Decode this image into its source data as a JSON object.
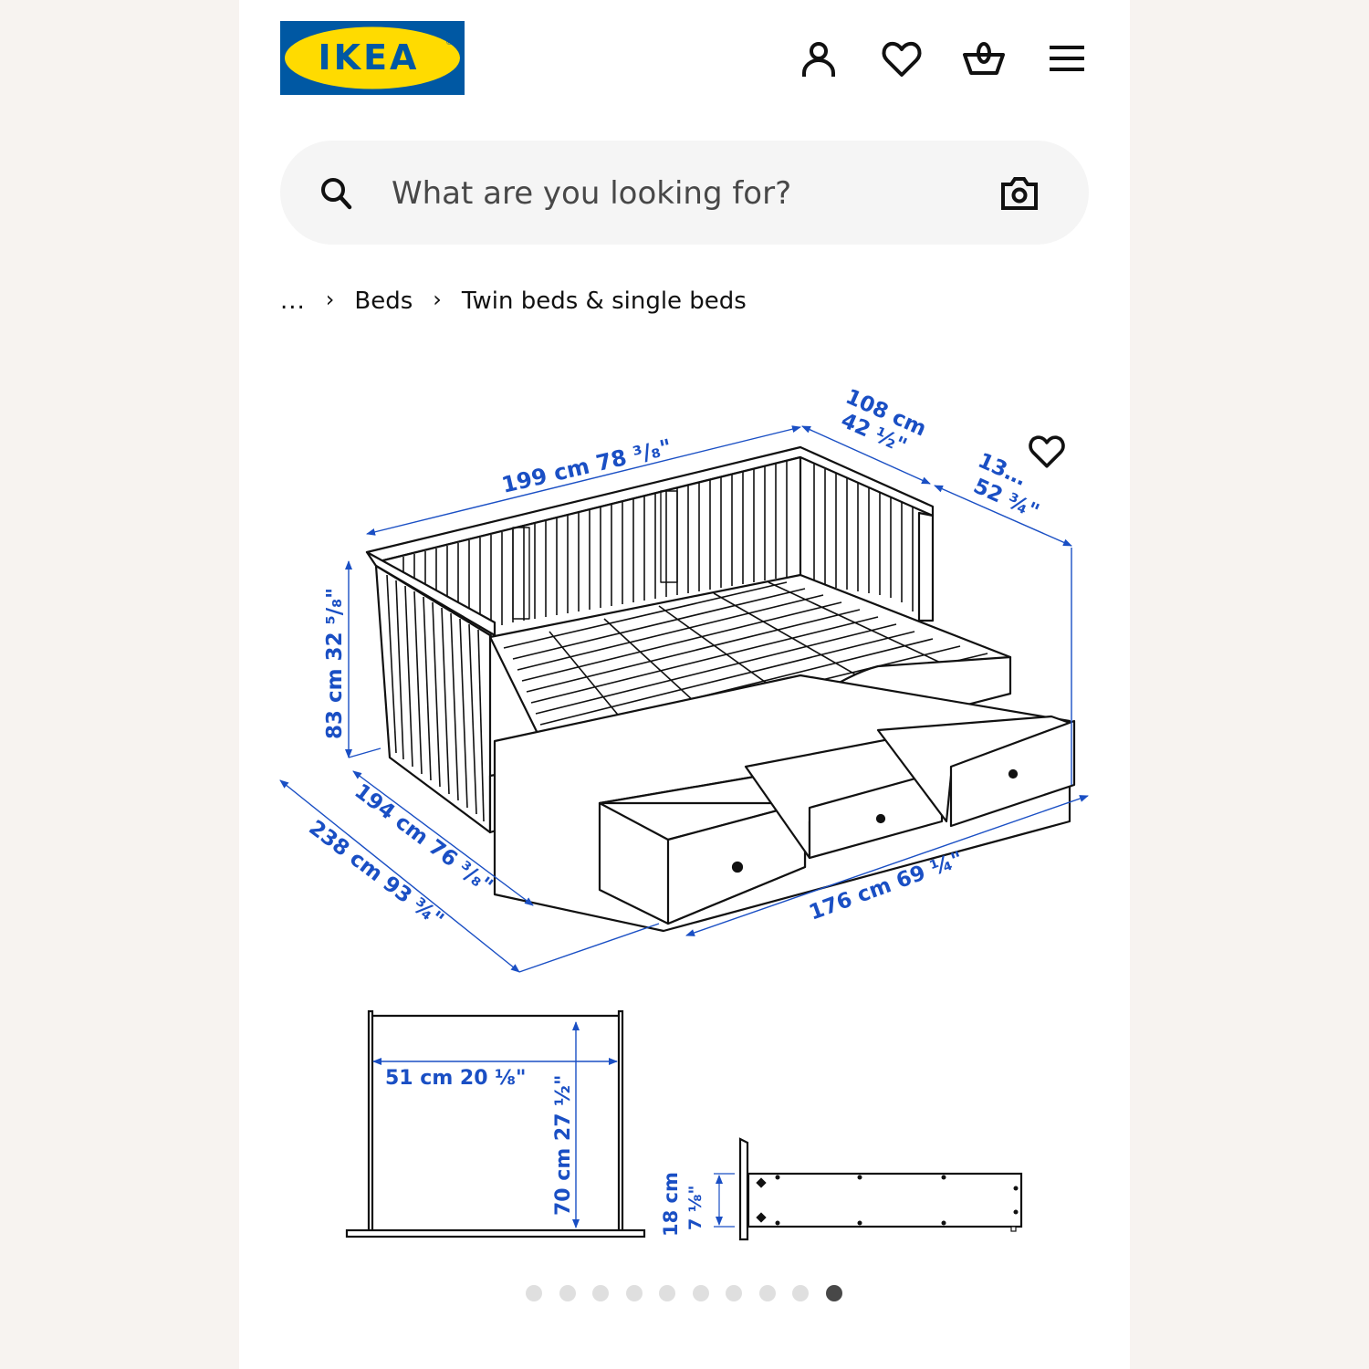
{
  "brand": {
    "name": "IKEA",
    "registered_mark": "®",
    "colors": {
      "blue": "#0058a3",
      "yellow": "#ffdb00"
    }
  },
  "header": {
    "icons": [
      {
        "name": "profile-icon",
        "label": "Profile"
      },
      {
        "name": "heart-icon",
        "label": "Favourites"
      },
      {
        "name": "basket-icon",
        "label": "Shopping bag"
      },
      {
        "name": "menu-icon",
        "label": "Menu"
      }
    ]
  },
  "search": {
    "placeholder": "What are you looking for?",
    "value": "",
    "left_icon": "search-icon",
    "right_icon": "camera-icon"
  },
  "breadcrumb": {
    "items": [
      {
        "label": "..."
      },
      {
        "label": "Beds"
      },
      {
        "label": "Twin beds & single beds"
      }
    ],
    "separator": "›"
  },
  "product_image": {
    "favourite_icon": "heart-icon",
    "dimension_color": "#1a4fc4",
    "dimensions": {
      "length": "199 cm 78 ³/₈\"",
      "depth": "108 cm",
      "depth_in": "42 ½\"",
      "extended_depth": "13…",
      "extended_depth_in": "52 ¾\"",
      "height": "83 cm 32 ⁵/₈\"",
      "inner_length": "194 cm 76 ³/₈\"",
      "total_length": "238 cm 93 ¾\"",
      "drawer_span": "176 cm 69 ¼\"",
      "drawer_width": "51 cm 20 ⅛\"",
      "drawer_depth": "70 cm 27 ½\"",
      "drawer_height": "18 cm",
      "drawer_height_in": "7 ⅛\""
    }
  },
  "carousel": {
    "total": 10,
    "active_index": 9
  }
}
